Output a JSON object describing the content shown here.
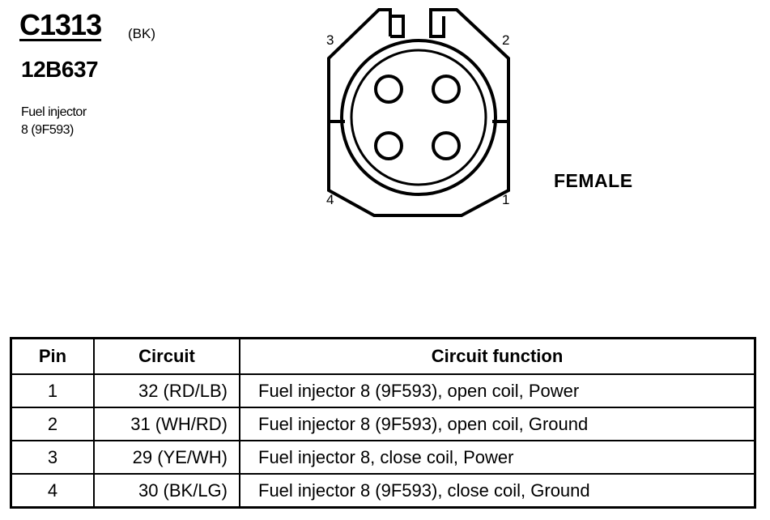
{
  "connector": {
    "id": "C1313",
    "color": "(BK)",
    "part_number": "12B637",
    "description_lines": [
      "Fuel injector",
      "8 (9F593)"
    ],
    "gender": "FEMALE"
  },
  "pin_labels": {
    "p1": "1",
    "p2": "2",
    "p3": "3",
    "p4": "4"
  },
  "table": {
    "headers": {
      "pin": "Pin",
      "circuit": "Circuit",
      "function": "Circuit function"
    },
    "rows": [
      {
        "pin": "1",
        "circuit": "32 (RD/LB)",
        "function": "Fuel injector 8 (9F593), open coil, Power"
      },
      {
        "pin": "2",
        "circuit": "31 (WH/RD)",
        "function": "Fuel injector 8 (9F593), open coil, Ground"
      },
      {
        "pin": "3",
        "circuit": "29 (YE/WH)",
        "function": "Fuel injector 8, close coil, Power"
      },
      {
        "pin": "4",
        "circuit": "30 (BK/LG)",
        "function": "Fuel injector 8 (9F593), close coil, Ground"
      }
    ]
  }
}
